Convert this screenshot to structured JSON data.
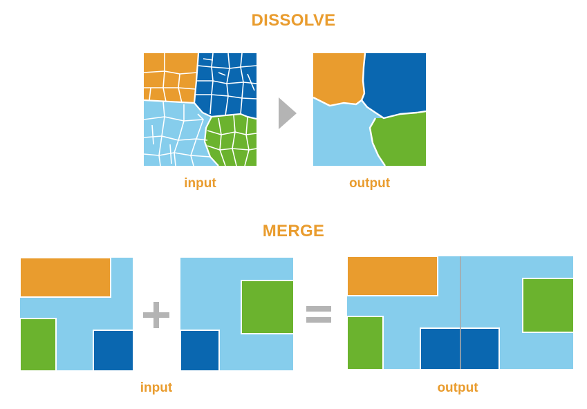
{
  "colors": {
    "orange": "#E99C2E",
    "dark_blue": "#0A67B0",
    "light_blue": "#86CDEC",
    "green": "#6BB32E",
    "boundary": "#ffffff",
    "arrow": "#B4B4B4",
    "seam": "#A8A8A8",
    "title_text": "#E99C2E"
  },
  "dissolve": {
    "title": "DISSOLVE",
    "input_label": "input",
    "output_label": "output",
    "arrow_icon": "right-triangle-arrow-icon"
  },
  "merge": {
    "title": "MERGE",
    "plus_symbol": "+",
    "equals_symbol": "=",
    "input_label": "input",
    "output_label": "output"
  }
}
